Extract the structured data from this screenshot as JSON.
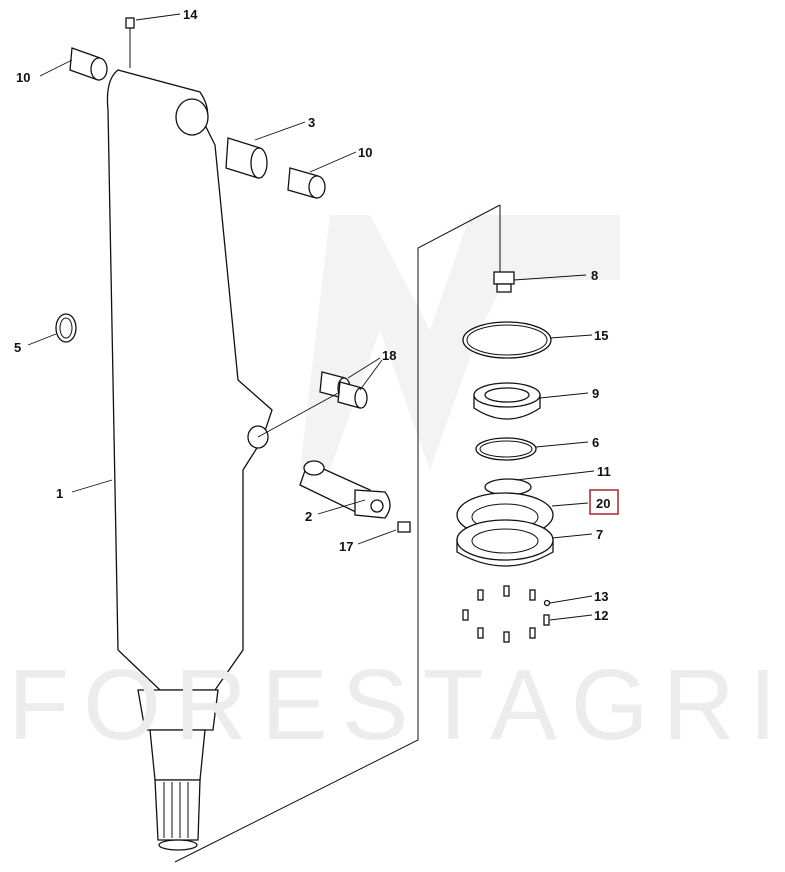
{
  "watermark": {
    "text": "FORESTAGRI"
  },
  "callouts": {
    "p14": "14",
    "p10a": "10",
    "p3": "3",
    "p10b": "10",
    "p8": "8",
    "p15": "15",
    "p5": "5",
    "p18": "18",
    "p9": "9",
    "p6": "6",
    "p11": "11",
    "p20": "20",
    "p1": "1",
    "p2": "2",
    "p7": "7",
    "p17": "17",
    "p13": "13",
    "p12": "12"
  },
  "colors": {
    "highlight": "#b0333a"
  }
}
